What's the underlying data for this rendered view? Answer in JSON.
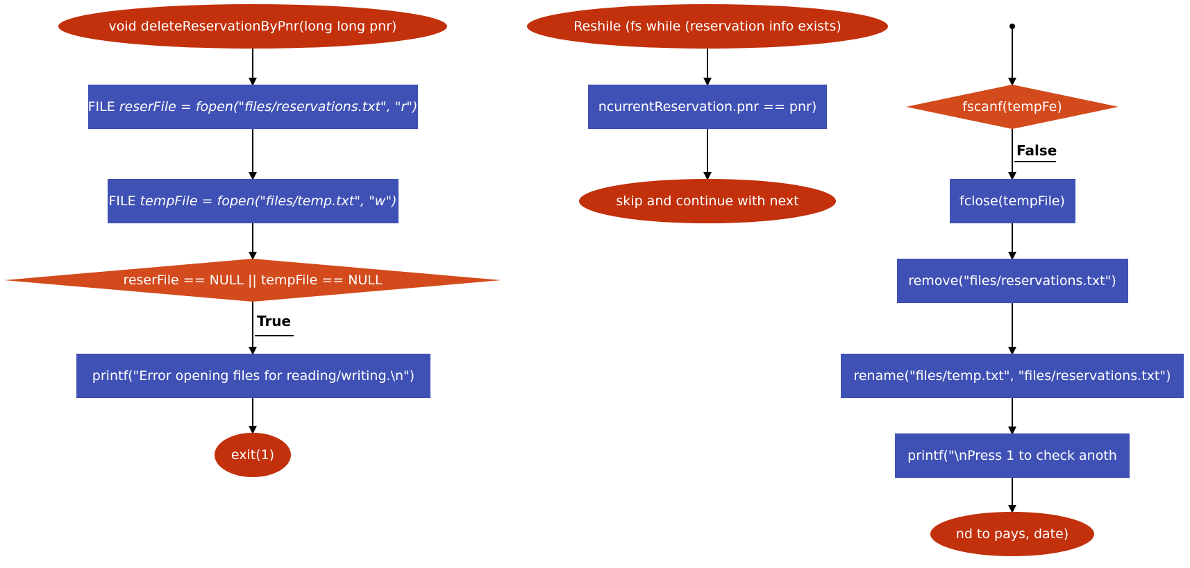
{
  "colors": {
    "terminal": "#c2300c",
    "process": "#4051b5",
    "decision": "#d34a1c",
    "edge": "#000000",
    "text": "#ffffff"
  },
  "column1": {
    "start": "void deleteReservationByPnr(long long pnr)",
    "open_reser": {
      "plain": "FILE ",
      "italic": "reserFile = fopen(\"files/reservations.txt\", \"r\")"
    },
    "open_temp": {
      "plain": "FILE ",
      "italic": "tempFile = fopen(\"files/temp.txt\", \"w\")"
    },
    "decision": "reserFile == NULL || tempFile == NULL",
    "true_label": "True",
    "error_printf": "printf(\"Error opening files for reading/writing.\\n\")",
    "exit": "exit(1)"
  },
  "column2": {
    "loop": "Reshile (fs while (reservation info exists)",
    "check": "ncurrentReservation.pnr == pnr)",
    "skip": "skip and continue with next"
  },
  "column3": {
    "decision": "fscanf(tempFe)",
    "false_label": "False",
    "fclose": "fclose(tempFile)",
    "remove": "remove(\"files/reservations.txt\")",
    "rename": "rename(\"files/temp.txt\", \"files/reservations.txt\")",
    "printf": "printf(\"\\nPress 1 to check anoth",
    "end": "nd to pays, date)"
  }
}
